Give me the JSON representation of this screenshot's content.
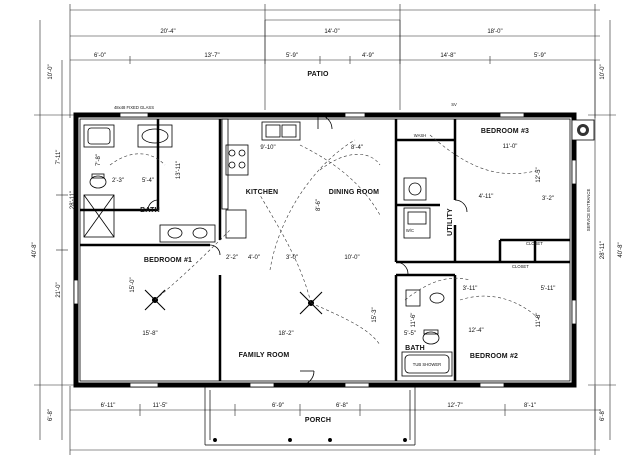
{
  "rooms": {
    "patio": "PATIO",
    "kitchen": "KITCHEN",
    "dining": "DINING ROOM",
    "bedroom3": "BEDROOM #3",
    "bedroom1": "BEDROOM #1",
    "family": "FAMILY ROOM",
    "bath_main": "BATH",
    "bath2": "BATH",
    "bedroom2": "BEDROOM #2",
    "porch": "PORCH",
    "utility": "UTILITY",
    "closet_a": "CLOSET",
    "closet_b": "CLOSET"
  },
  "dims_top": {
    "a": "20'-4\"",
    "b": "14'-0\"",
    "c": "18'-0\"",
    "d": "6'-0\"",
    "e": "13'-7\"",
    "f": "5'-9\"",
    "g": "4'-9\"",
    "h": "14'-8\"",
    "i": "5'-9\""
  },
  "dims_bottom": {
    "a": "6'-11\"",
    "b": "11'-5\"",
    "c": "6'-9\"",
    "d": "6'-8\"",
    "e": "12'-7\"",
    "f": "8'-1\""
  },
  "dims_left": {
    "total": "40'-8\"",
    "top": "10'-0\"",
    "mid": "21'-0\"",
    "bot": "6'-8\"",
    "sub": "7'-11\"",
    "inner": "28'-11\""
  },
  "dims_right": {
    "total": "40'-8\"",
    "top": "10'-0\"",
    "mid": "28'-11\"",
    "bot": "6'-8\""
  },
  "dims_inner": {
    "br1_w": "15'-8\"",
    "br1_h": "15'-0\"",
    "fam_w": "18'-2\"",
    "din_w": "10'-0\"",
    "din_h": "15'-3\"",
    "kit_a": "9'-10\"",
    "kit_b": "8'-4\"",
    "br3_w": "11'-0\"",
    "br3_h": "12'-5\"",
    "br2_w": "12'-4\"",
    "br2_h": "11'-8\"",
    "bath2_w": "5'-5\"",
    "bath2_h": "11'-6\"",
    "c1": "2'-2\"",
    "c2": "4'-0\"",
    "c3": "3'-0\"",
    "c4": "4'-11\"",
    "c5": "5'-4\"",
    "c6": "2'-3\"",
    "c7": "8'-6\"",
    "c8": "3'-11\"",
    "c9": "5'-11\"",
    "c10": "3'-2\"",
    "c11": "7'-8\"",
    "c12": "13'-11\""
  },
  "notes": {
    "window": "48x48 FIXED GLASS",
    "wash": "WASH",
    "tub": "TUB SHOWER",
    "service": "SERVICE ENTRANCE",
    "sv": "SV",
    "wc": "W/C"
  }
}
